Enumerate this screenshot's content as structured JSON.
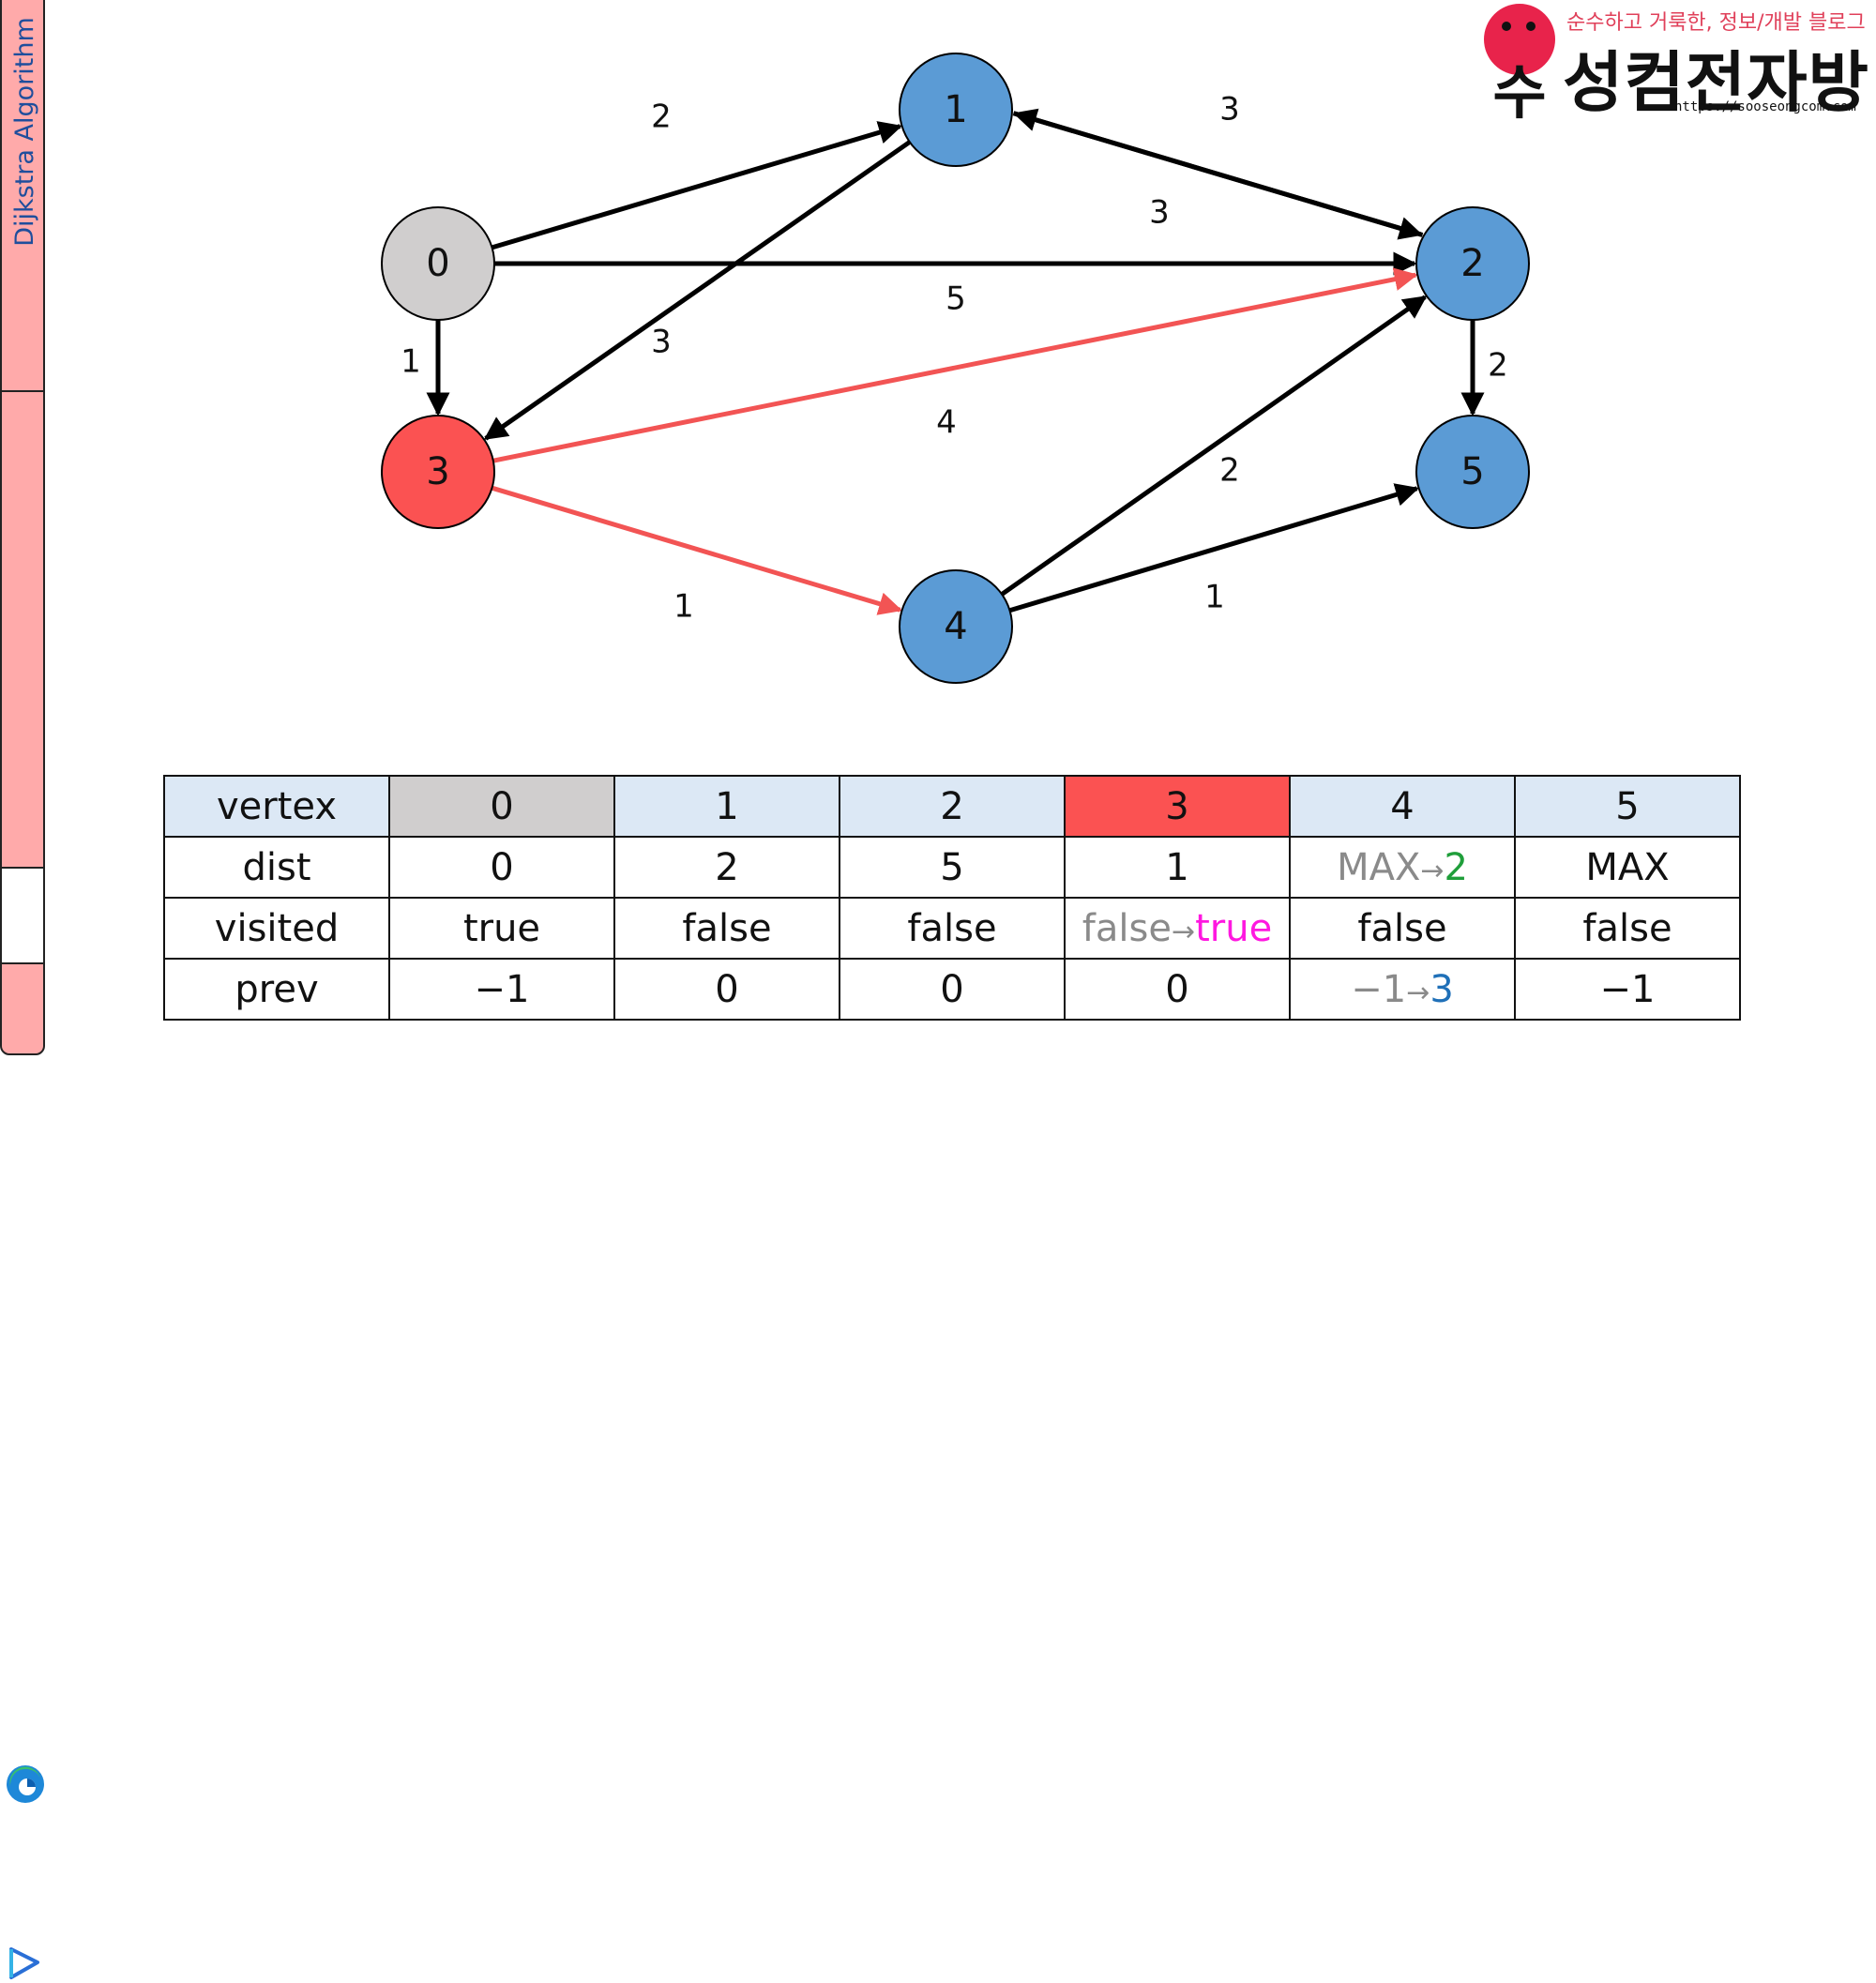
{
  "sidebar": {
    "title": "Dijkstra Algorithm",
    "icons": [
      "edge-browser-icon",
      "triangle-app-icon"
    ]
  },
  "logo": {
    "tagline": "순수하고 거룩한, 정보/개발 블로그",
    "name": "성컴전자방",
    "url": "https://sooseongcom.com",
    "initial": "수"
  },
  "colors": {
    "node_default": "#5b9bd5",
    "node_start": "#d0cece",
    "node_current": "#fb5252",
    "edge_default": "#000000",
    "edge_highlight": "#f25454",
    "table_header": "#dce8f5"
  },
  "graph": {
    "nodes": [
      {
        "id": "0",
        "state": "start"
      },
      {
        "id": "1",
        "state": "default"
      },
      {
        "id": "2",
        "state": "default"
      },
      {
        "id": "3",
        "state": "current"
      },
      {
        "id": "4",
        "state": "default"
      },
      {
        "id": "5",
        "state": "default"
      }
    ],
    "edges": [
      {
        "from": "0",
        "to": "1",
        "weight": "2",
        "highlight": false
      },
      {
        "from": "0",
        "to": "2",
        "weight": "5",
        "highlight": false
      },
      {
        "from": "0",
        "to": "3",
        "weight": "1",
        "highlight": false
      },
      {
        "from": "1",
        "to": "2",
        "weight": "3",
        "highlight": false
      },
      {
        "from": "2",
        "to": "1",
        "weight": "3",
        "highlight": false
      },
      {
        "from": "1",
        "to": "3",
        "weight": "3",
        "highlight": false
      },
      {
        "from": "3",
        "to": "2",
        "weight": "4",
        "highlight": true
      },
      {
        "from": "3",
        "to": "4",
        "weight": "1",
        "highlight": true
      },
      {
        "from": "2",
        "to": "5",
        "weight": "2",
        "highlight": false
      },
      {
        "from": "4",
        "to": "2",
        "weight": "2",
        "highlight": false
      },
      {
        "from": "4",
        "to": "5",
        "weight": "1",
        "highlight": false
      }
    ]
  },
  "table": {
    "row_labels": {
      "vertex": "vertex",
      "dist": "dist",
      "visited": "visited",
      "prev": "prev"
    },
    "vertex": [
      "0",
      "1",
      "2",
      "3",
      "4",
      "5"
    ],
    "dist": {
      "v0": "0",
      "v1": "2",
      "v2": "5",
      "v3": "1",
      "v4_old": "MAX",
      "v4_arrow": "→",
      "v4_new": "2",
      "v5": "MAX"
    },
    "visited": {
      "v0": "true",
      "v1": "false",
      "v2": "false",
      "v3_old": "false",
      "v3_arrow": "→",
      "v3_new": "true",
      "v4": "false",
      "v5": "false"
    },
    "prev": {
      "v0": "−1",
      "v1": "0",
      "v2": "0",
      "v3": "0",
      "v4_old": "−1",
      "v4_arrow": "→",
      "v4_new": "3",
      "v5": "−1"
    }
  }
}
